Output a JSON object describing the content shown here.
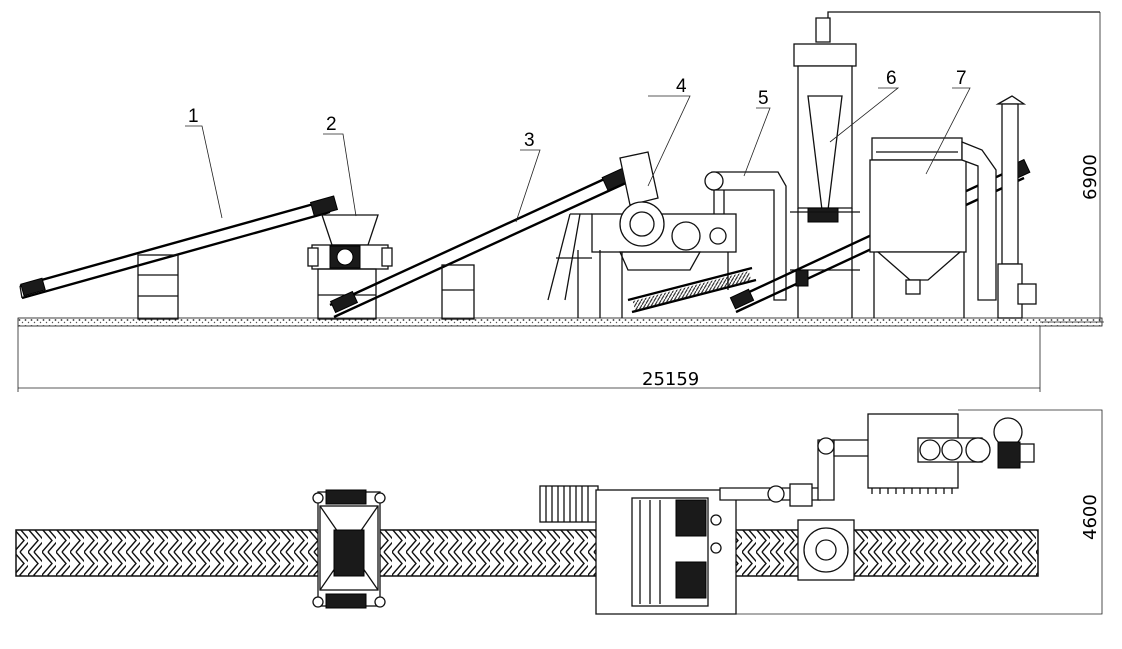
{
  "callouts": [
    "1",
    "2",
    "3",
    "4",
    "5",
    "6",
    "7"
  ],
  "dimensions": {
    "total_length": "25159",
    "height": "6900",
    "width": "4600"
  },
  "colors": {
    "line": "#111111",
    "background": "#ffffff"
  }
}
